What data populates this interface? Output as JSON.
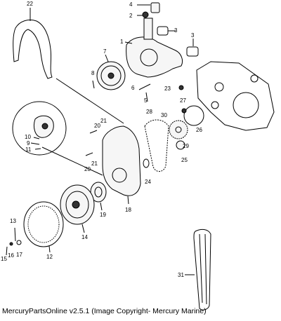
{
  "footer": {
    "text": "MercuryPartsOnline v2.5.1 (Image Copyright- Mercury Marine)"
  },
  "callouts": [
    "1",
    "2",
    "3",
    "3",
    "4",
    "5",
    "6",
    "7",
    "8",
    "9",
    "10",
    "11",
    "12",
    "13",
    "14",
    "15",
    "16",
    "17",
    "18",
    "19",
    "20",
    "20",
    "21",
    "21",
    "22",
    "23",
    "24",
    "25",
    "26",
    "27",
    "28",
    "29",
    "30",
    "31"
  ]
}
